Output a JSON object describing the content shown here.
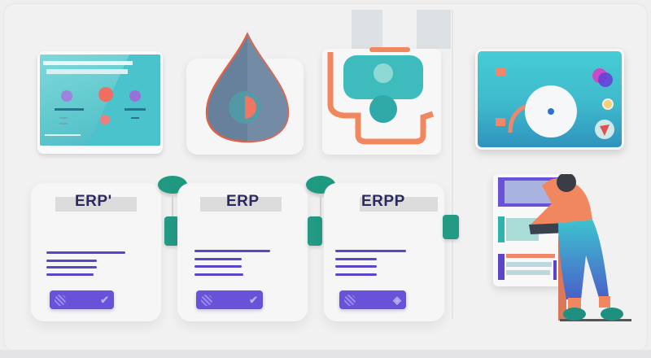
{
  "illustration": {
    "theme": "ERP system workflow",
    "colors": {
      "background": "#efefef",
      "teal": "#46cdd4",
      "connector_green": "#1f9a80",
      "purple": "#6a52d8",
      "navy_text": "#2b2a5c",
      "coral": "#f0876a",
      "slate": "#5f7590"
    }
  },
  "top_tiles": [
    {
      "name": "dashboard-screen",
      "icon": "dashboard-icon"
    },
    {
      "name": "droplet-chart",
      "icon": "droplet-pie-icon"
    },
    {
      "name": "face-profile",
      "icon": "user-profile-icon"
    },
    {
      "name": "gauge-panel",
      "icon": "gauge-dial-icon"
    }
  ],
  "erp_cards": [
    {
      "title": "ERP'",
      "button_icon": "globe-icon",
      "action_icon": "checkmark-icon",
      "action_glyph": "✔"
    },
    {
      "title": "ERP",
      "button_icon": "globe-icon",
      "action_icon": "checkmark-icon",
      "action_glyph": "✔"
    },
    {
      "title": "ERPP",
      "button_icon": "globe-icon",
      "action_icon": "tag-icon",
      "action_glyph": "◈"
    }
  ],
  "person_scene": {
    "board_icon": "report-board-icon",
    "figure": "person-leaning-icon"
  }
}
